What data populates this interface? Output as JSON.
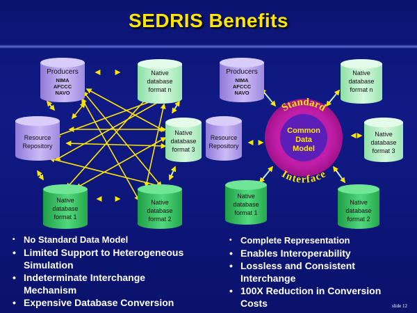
{
  "title": "SEDRIS Benefits",
  "left": {
    "producers": {
      "title": "Producers",
      "items": [
        "NIMA",
        "AFCCC",
        "NAVO"
      ]
    },
    "resource": [
      "Resource",
      "Repository"
    ],
    "native_n": [
      "Native",
      "database",
      "format n"
    ],
    "native_3": [
      "Native",
      "database",
      "format 3"
    ],
    "native_1": [
      "Native",
      "database",
      "format 1"
    ],
    "native_2": [
      "Native",
      "database",
      "format 2"
    ],
    "bullets": [
      "No Standard Data Model",
      "Limited Support to Heterogeneous Simulation",
      "Indeterminate Interchange Mechanism",
      "Expensive Database Conversion"
    ]
  },
  "right": {
    "producers": {
      "title": "Producers",
      "items": [
        "NIMA",
        "AFCCC",
        "NAVO"
      ]
    },
    "resource": [
      "Resource",
      "Repository"
    ],
    "native_n": [
      "Native",
      "database",
      "format n"
    ],
    "native_3": [
      "Native",
      "database",
      "format 3"
    ],
    "native_1": [
      "Native",
      "database",
      "format 1"
    ],
    "native_2": [
      "Native",
      "database",
      "format 2"
    ],
    "hub_center": [
      "Common",
      "Data",
      "Model"
    ],
    "hub_top": "Standard",
    "hub_bottom": "Interface",
    "bullets": [
      "Complete Representation",
      "Enables Interoperability",
      "Lossless and Consistent Interchange",
      "100X Reduction in Conversion Costs"
    ]
  },
  "slide_number": "slide 12",
  "colors": {
    "producer": "#b9a6f0",
    "native_light": "#b8f0c8",
    "native_dark": "#2cc05a",
    "link": "#ffe600",
    "hub_ring": "#c11ea8",
    "hub_core": "#5b1fb8",
    "hub_text": "#ffe600"
  }
}
